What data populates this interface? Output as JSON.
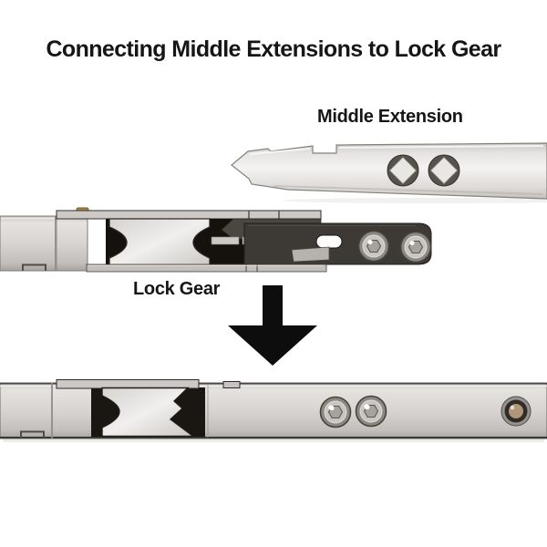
{
  "page": {
    "title_text": "Connecting Middle Extensions to Lock Gear"
  },
  "labels": {
    "middle_extension": "Middle Extension",
    "lock_gear": "Lock Gear"
  },
  "arrow": {
    "icon": "down-arrow-icon",
    "direction": "down"
  },
  "parts": {
    "top": "middle-extension-strip",
    "middle": "lock-gear-assembly",
    "bottom": "connected-assembly"
  },
  "colors": {
    "background": "#ffffff",
    "text": "#161616",
    "arrow": "#0d0d0d",
    "metal_highlight": "#f3f2f0",
    "metal_mid": "#d2cfcc",
    "metal_edge": "#85817c",
    "bracket_dark": "#3d3935",
    "cavity_black": "#15120e",
    "screw_silver": "#c9c6c2",
    "brass_hole": "#b0977a"
  }
}
